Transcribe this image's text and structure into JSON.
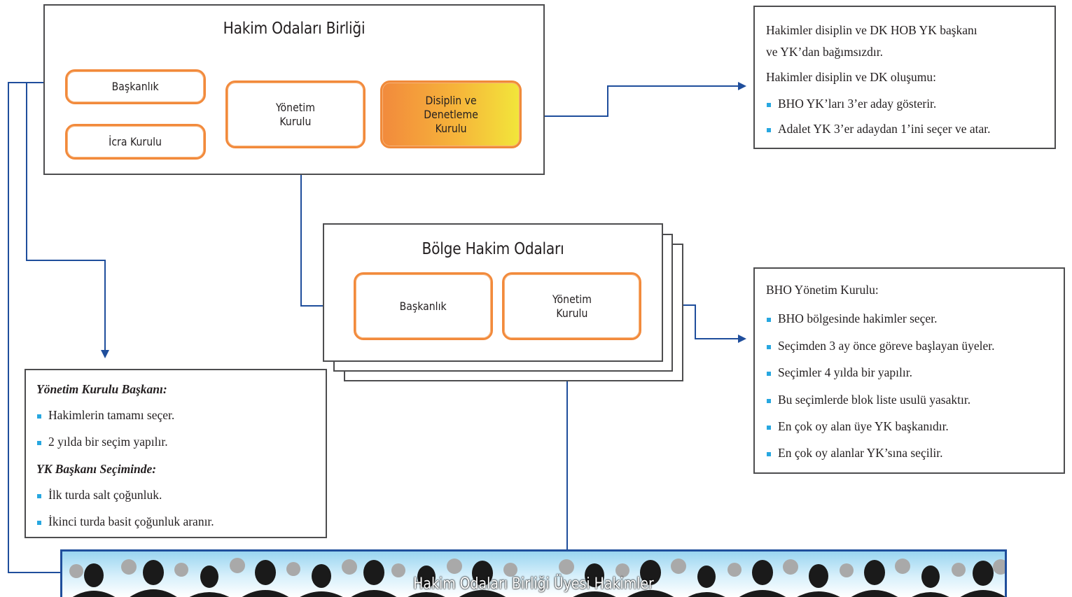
{
  "hob": {
    "title": "Hakim Odaları Birliği",
    "baskanlik": "Başkanlık",
    "icra": "İcra Kurulu",
    "yonetim": "Yönetim\nKurulu",
    "disiplin": "Disiplin ve\nDenetleme\nKurulu"
  },
  "bho": {
    "title": "Bölge Hakim Odaları",
    "baskanlik": "Başkanlık",
    "yonetim": "Yönetim\nKurulu"
  },
  "disiplin_info": {
    "line1": "Hakimler disiplin ve DK HOB YK başkanı",
    "line2": "ve YK’dan bağımsızdır.",
    "line3": "Hakimler disiplin ve DK oluşumu:",
    "bullets": [
      "BHO YK’ları 3’er aday gösterir.",
      "Adalet YK 3’er adaydan 1’ini seçer ve atar."
    ]
  },
  "bho_info": {
    "heading": "BHO Yönetim Kurulu:",
    "bullets": [
      "BHO bölgesinde hakimler seçer.",
      "Seçimden 3 ay önce göreve başlayan üyeler.",
      "Seçimler 4 yılda bir yapılır.",
      "Bu seçimlerde blok liste usulü yasaktır.",
      "En çok oy alan üye YK başkanıdır.",
      "En çok oy alanlar YK’sına seçilir."
    ]
  },
  "ykb_info": {
    "heading1": "Yönetim Kurulu Başkanı:",
    "bullets1": [
      "Hakimlerin tamamı seçer.",
      "2 yılda bir seçim yapılır."
    ],
    "heading2": "YK Başkanı Seçiminde:",
    "bullets2": [
      "İlk turda salt çoğunluk.",
      "İkinci turda basit çoğunluk aranır."
    ]
  },
  "banner": {
    "label": "Hakim Odaları Birliği Üyesi Hakimler"
  },
  "colors": {
    "connector": "#1f4e9c",
    "box_border": "#f28a3c",
    "bullet": "#27a7e0",
    "frame": "#4d4d4f"
  }
}
